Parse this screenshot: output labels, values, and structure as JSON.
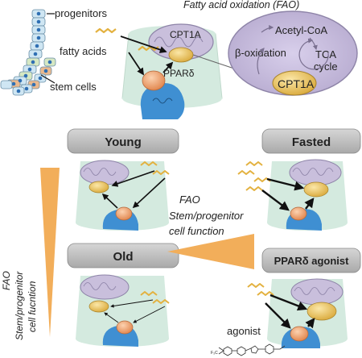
{
  "overview": {
    "progenitors_label": "progenitors",
    "stem_cells_label": "stem cells",
    "fatty_acids_label": "fatty acids",
    "cpt1a_label": "CPT1A",
    "ppard_label": "PPARδ"
  },
  "fao_box": {
    "title": "Fatty acid oxidation (FAO)",
    "acetyl_coa": "Acetyl-CoA",
    "beta_oxidation": "β-oxidation",
    "tca_line1": "TCA",
    "tca_line2": "cycle",
    "cpt1a_label": "CPT1A"
  },
  "conditions": {
    "young": "Young",
    "old": "Old",
    "fasted": "Fasted",
    "ppard_agonist": "PPARδ agonist"
  },
  "center_legend": {
    "line1": "FAO",
    "line2": "Stem/progenitor",
    "line3": "cell function"
  },
  "left_legend": {
    "line1": "FAO",
    "line2": "Stem/progenitor",
    "line3": "cell fucntion"
  },
  "agonist_label": "agonist",
  "colors": {
    "cell_fill": "#d4eadf",
    "cell_edge": "#c0d9cc",
    "mito_fill": "#c9bfdc",
    "mito_edge": "#8e84a8",
    "cpt1a_fill": "#e8c35a",
    "ppar_fill": "#f2a06b",
    "nucleus_fill": "#3f8fd2",
    "banner_fill": "#c4c4c4",
    "triangle_fill": "#f2ae5a",
    "fatty_acid_stroke": "#e3b13f"
  }
}
